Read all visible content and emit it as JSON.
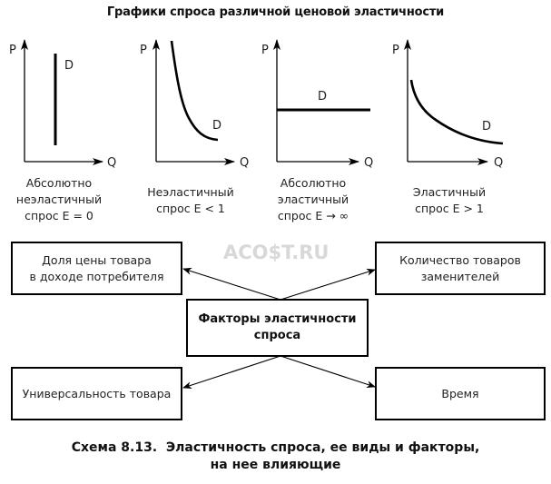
{
  "title": "Графики спроса различной ценовой эластичности",
  "chart_data": [
    {
      "type": "line",
      "title": "Абсолютно неэластичный спрос E = 0",
      "xlabel": "Q",
      "ylabel": "P",
      "curve_label": "D",
      "shape": "vertical line",
      "elasticity": "E = 0",
      "grid": false
    },
    {
      "type": "line",
      "title": "Неэластичный спрос E < 1",
      "xlabel": "Q",
      "ylabel": "P",
      "curve_label": "D",
      "shape": "steep downward convex curve",
      "elasticity": "E < 1",
      "grid": false
    },
    {
      "type": "line",
      "title": "Абсолютно эластичный спрос E → ∞",
      "xlabel": "Q",
      "ylabel": "P",
      "curve_label": "D",
      "shape": "horizontal line",
      "elasticity": "E → ∞",
      "grid": false
    },
    {
      "type": "line",
      "title": "Эластичный спрос E > 1",
      "xlabel": "Q",
      "ylabel": "P",
      "curve_label": "D",
      "shape": "flat downward convex curve",
      "elasticity": "E > 1",
      "grid": false
    }
  ],
  "charts": [
    {
      "p": "P",
      "q": "Q",
      "d": "D",
      "caption": [
        "Абсолютно",
        "неэластичный",
        "спрос E = 0"
      ]
    },
    {
      "p": "P",
      "q": "Q",
      "d": "D",
      "caption": [
        "Неэластичный",
        "спрос E < 1"
      ]
    },
    {
      "p": "P",
      "q": "Q",
      "d": "D",
      "caption": [
        "Абсолютно",
        "эластичный",
        "спрос E → ∞"
      ]
    },
    {
      "p": "P",
      "q": "Q",
      "d": "D",
      "caption": [
        "Эластичный",
        "спрос E > 1"
      ]
    }
  ],
  "factors": {
    "center": [
      "Факторы эластичности",
      "спроса"
    ],
    "top_left": [
      "Доля цены товара",
      "в доходе потребителя"
    ],
    "top_right": [
      "Количество товаров",
      "заменителей"
    ],
    "bottom_left": [
      "Универсальность товара"
    ],
    "bottom_right": [
      "Время"
    ]
  },
  "watermark": "ACO$T.RU",
  "footer": [
    "Схема 8.13.  Эластичность спроса, ее виды и факторы,",
    "на нее влияющие"
  ],
  "colors": {
    "line": "#000000",
    "text": "#222222",
    "watermark": "#d8d8d8",
    "background": "#ffffff"
  }
}
